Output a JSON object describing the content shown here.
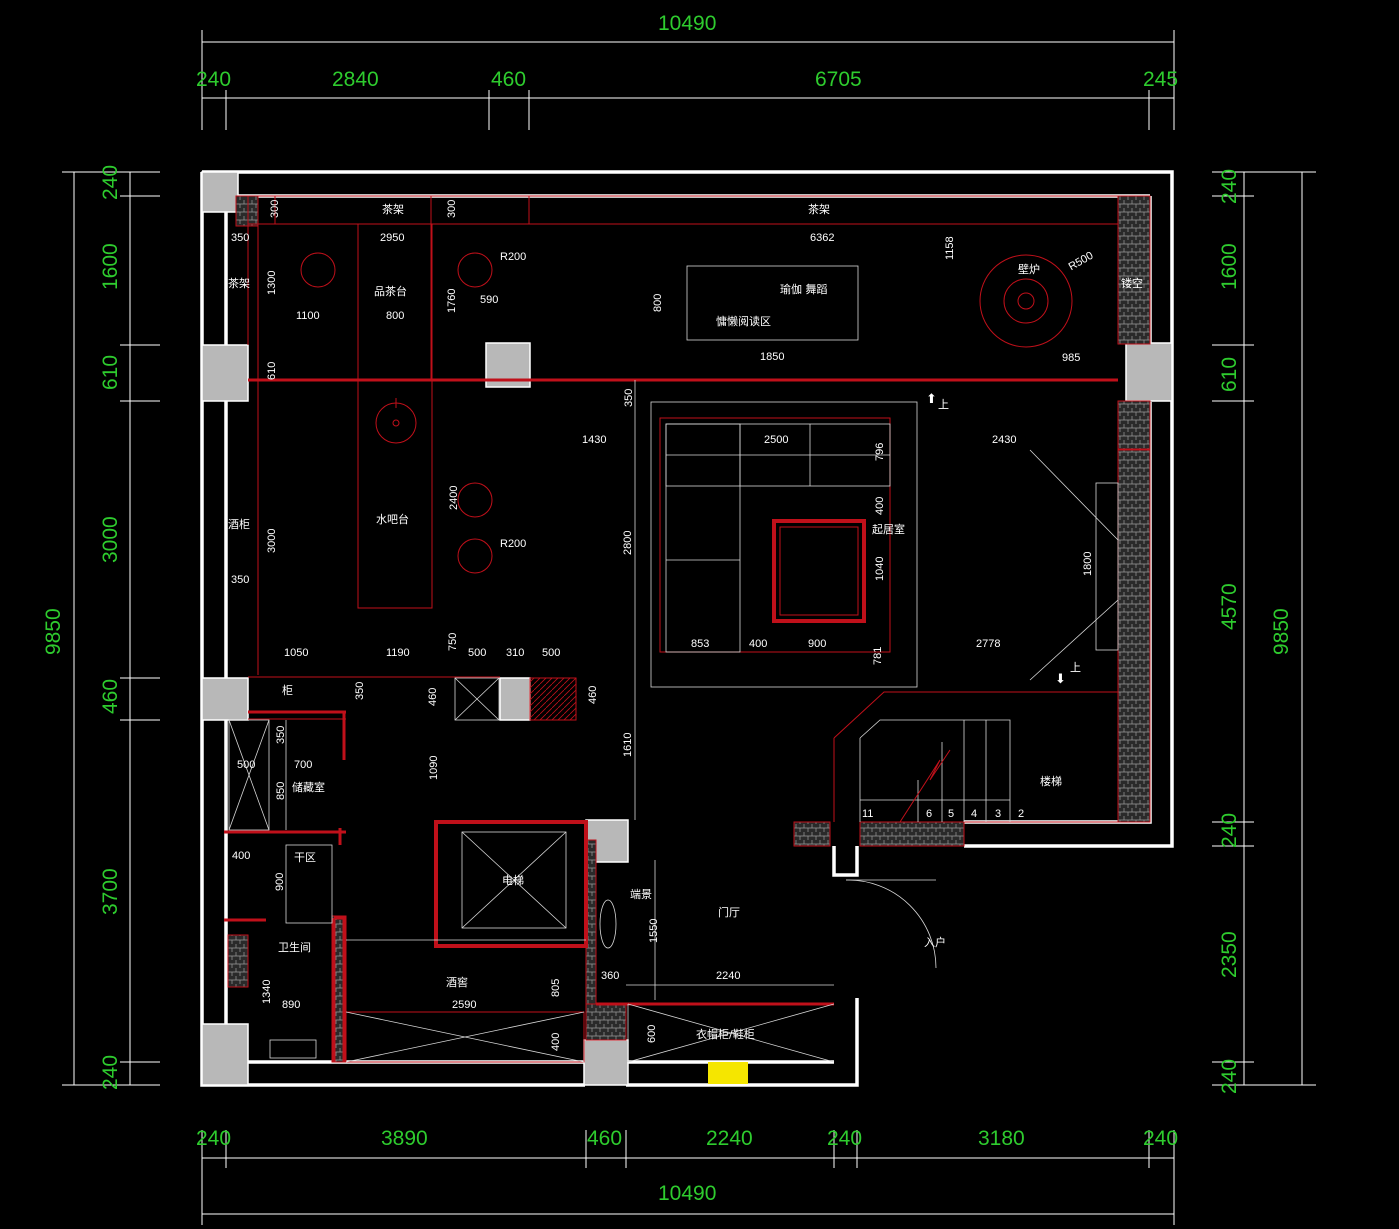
{
  "top_dims": {
    "overall": "10490",
    "segments": [
      "240",
      "2840",
      "460",
      "6705",
      "245"
    ]
  },
  "bottom_dims": {
    "overall": "10490",
    "segments": [
      "240",
      "3890",
      "460",
      "2240",
      "240",
      "3180",
      "240"
    ]
  },
  "left_dims": {
    "overall": "9850",
    "segments": [
      "240",
      "1600",
      "610",
      "3000",
      "460",
      "3700",
      "240"
    ]
  },
  "right_dims": {
    "overall": "9850",
    "segments": [
      "240",
      "1600",
      "610",
      "4570",
      "240",
      "2350",
      "240"
    ]
  },
  "rooms": {
    "tea_shelf_top_left": "茶架",
    "tea_shelf_top_right": "茶架",
    "tea_shelf_left": "茶架",
    "tea_table": "品茶台",
    "yoga": "瑜伽 舞蹈",
    "reading": "慵懒阅读区",
    "fireplace": "壁炉",
    "void": "镂空",
    "water_bar": "水吧台",
    "wine_cabinet": "酒柜",
    "living_room": "起居室",
    "cabinet": "柜",
    "storage": "储藏室",
    "dry_zone": "干区",
    "bathroom": "卫生间",
    "elevator": "电梯",
    "wine_cellar": "酒窖",
    "foyer": "门厅",
    "end_view": "端景",
    "wardrobe": "衣帽柜/鞋柜",
    "stairs": "楼梯",
    "entry": "入户",
    "up_1": "上",
    "up_2": "上"
  },
  "dims": {
    "d300a": "300",
    "d300b": "300",
    "d350a": "350",
    "d2950": "2950",
    "d6362": "6362",
    "d1158": "1158",
    "r200a": "R200",
    "r200b": "R200",
    "r500": "R500",
    "d1300": "1300",
    "d1760": "1760",
    "d590": "590",
    "d1100": "1100",
    "d800a": "800",
    "d800b": "800",
    "d1850": "1850",
    "d985": "985",
    "d610": "610",
    "d350b": "350",
    "d1430": "1430",
    "d2500": "2500",
    "d2430": "2430",
    "d796": "796",
    "d400a": "400",
    "d2400": "2400",
    "d2800": "2800",
    "d1040": "1040",
    "d1800": "1800",
    "d3000": "3000",
    "d350c": "350",
    "d853": "853",
    "d400b": "400",
    "d900a": "900",
    "d2778": "2778",
    "d1050": "1050",
    "d1190": "1190",
    "d750": "750",
    "d500a": "500",
    "d310": "310",
    "d500b": "500",
    "d781": "781",
    "d350d": "350",
    "d460a": "460",
    "d460b": "460",
    "d350e": "350",
    "d500c": "500",
    "d700": "700",
    "d850": "850",
    "d1090": "1090",
    "d1610": "1610",
    "d400c": "400",
    "d900b": "900",
    "d1550": "1550",
    "d360": "360",
    "d2240": "2240",
    "d1340": "1340",
    "d890": "890",
    "d2590": "2590",
    "d805": "805",
    "d600": "600",
    "d400d": "400",
    "stair_11": "11",
    "stair_6": "6",
    "stair_5": "5",
    "stair_4": "4",
    "stair_3": "3",
    "stair_2": "2"
  },
  "colors": {
    "background": "#000000",
    "dimension_text": "#2ecc2e",
    "wall": "#ffffff",
    "interior_line": "#c0101a",
    "column": "#b8b8b8",
    "marker": "#f5e600"
  }
}
